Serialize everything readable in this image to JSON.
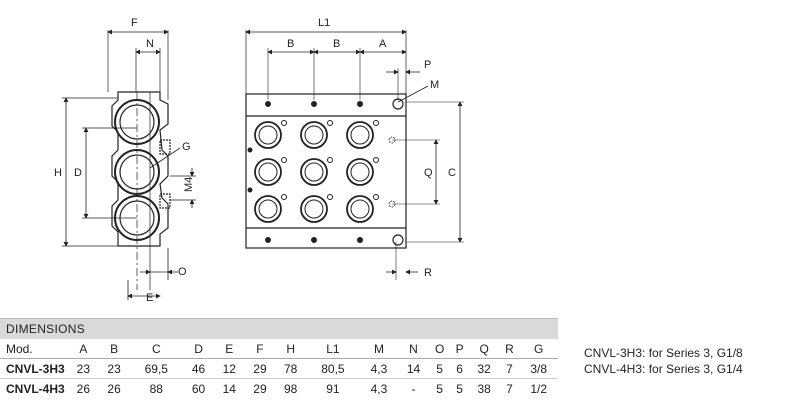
{
  "drawing": {
    "side_view_labels": {
      "F": "F",
      "N": "N",
      "H": "H",
      "D": "D",
      "G": "G",
      "M4": "M4",
      "O": "O",
      "E": "E"
    },
    "front_view_labels": {
      "L1": "L1",
      "B1": "B",
      "B2": "B",
      "A": "A",
      "P": "P",
      "M": "M",
      "Q": "Q",
      "C": "C",
      "R": "R"
    }
  },
  "dimensions_table": {
    "title": "DIMENSIONS",
    "headers": [
      "Mod.",
      "A",
      "B",
      "C",
      "D",
      "E",
      "F",
      "H",
      "L1",
      "M",
      "N",
      "O",
      "P",
      "Q",
      "R",
      "G"
    ],
    "rows": [
      [
        "CNVL-3H3",
        "23",
        "23",
        "69,5",
        "46",
        "12",
        "29",
        "78",
        "80,5",
        "4,3",
        "14",
        "5",
        "6",
        "32",
        "7",
        "3/8"
      ],
      [
        "CNVL-4H3",
        "26",
        "26",
        "88",
        "60",
        "14",
        "29",
        "98",
        "91",
        "4,3",
        "-",
        "5",
        "5",
        "38",
        "7",
        "1/2"
      ]
    ]
  },
  "notes": [
    "CNVL-3H3: for Series 3, G1/8",
    "CNVL-4H3: for Series 3, G1/4"
  ]
}
